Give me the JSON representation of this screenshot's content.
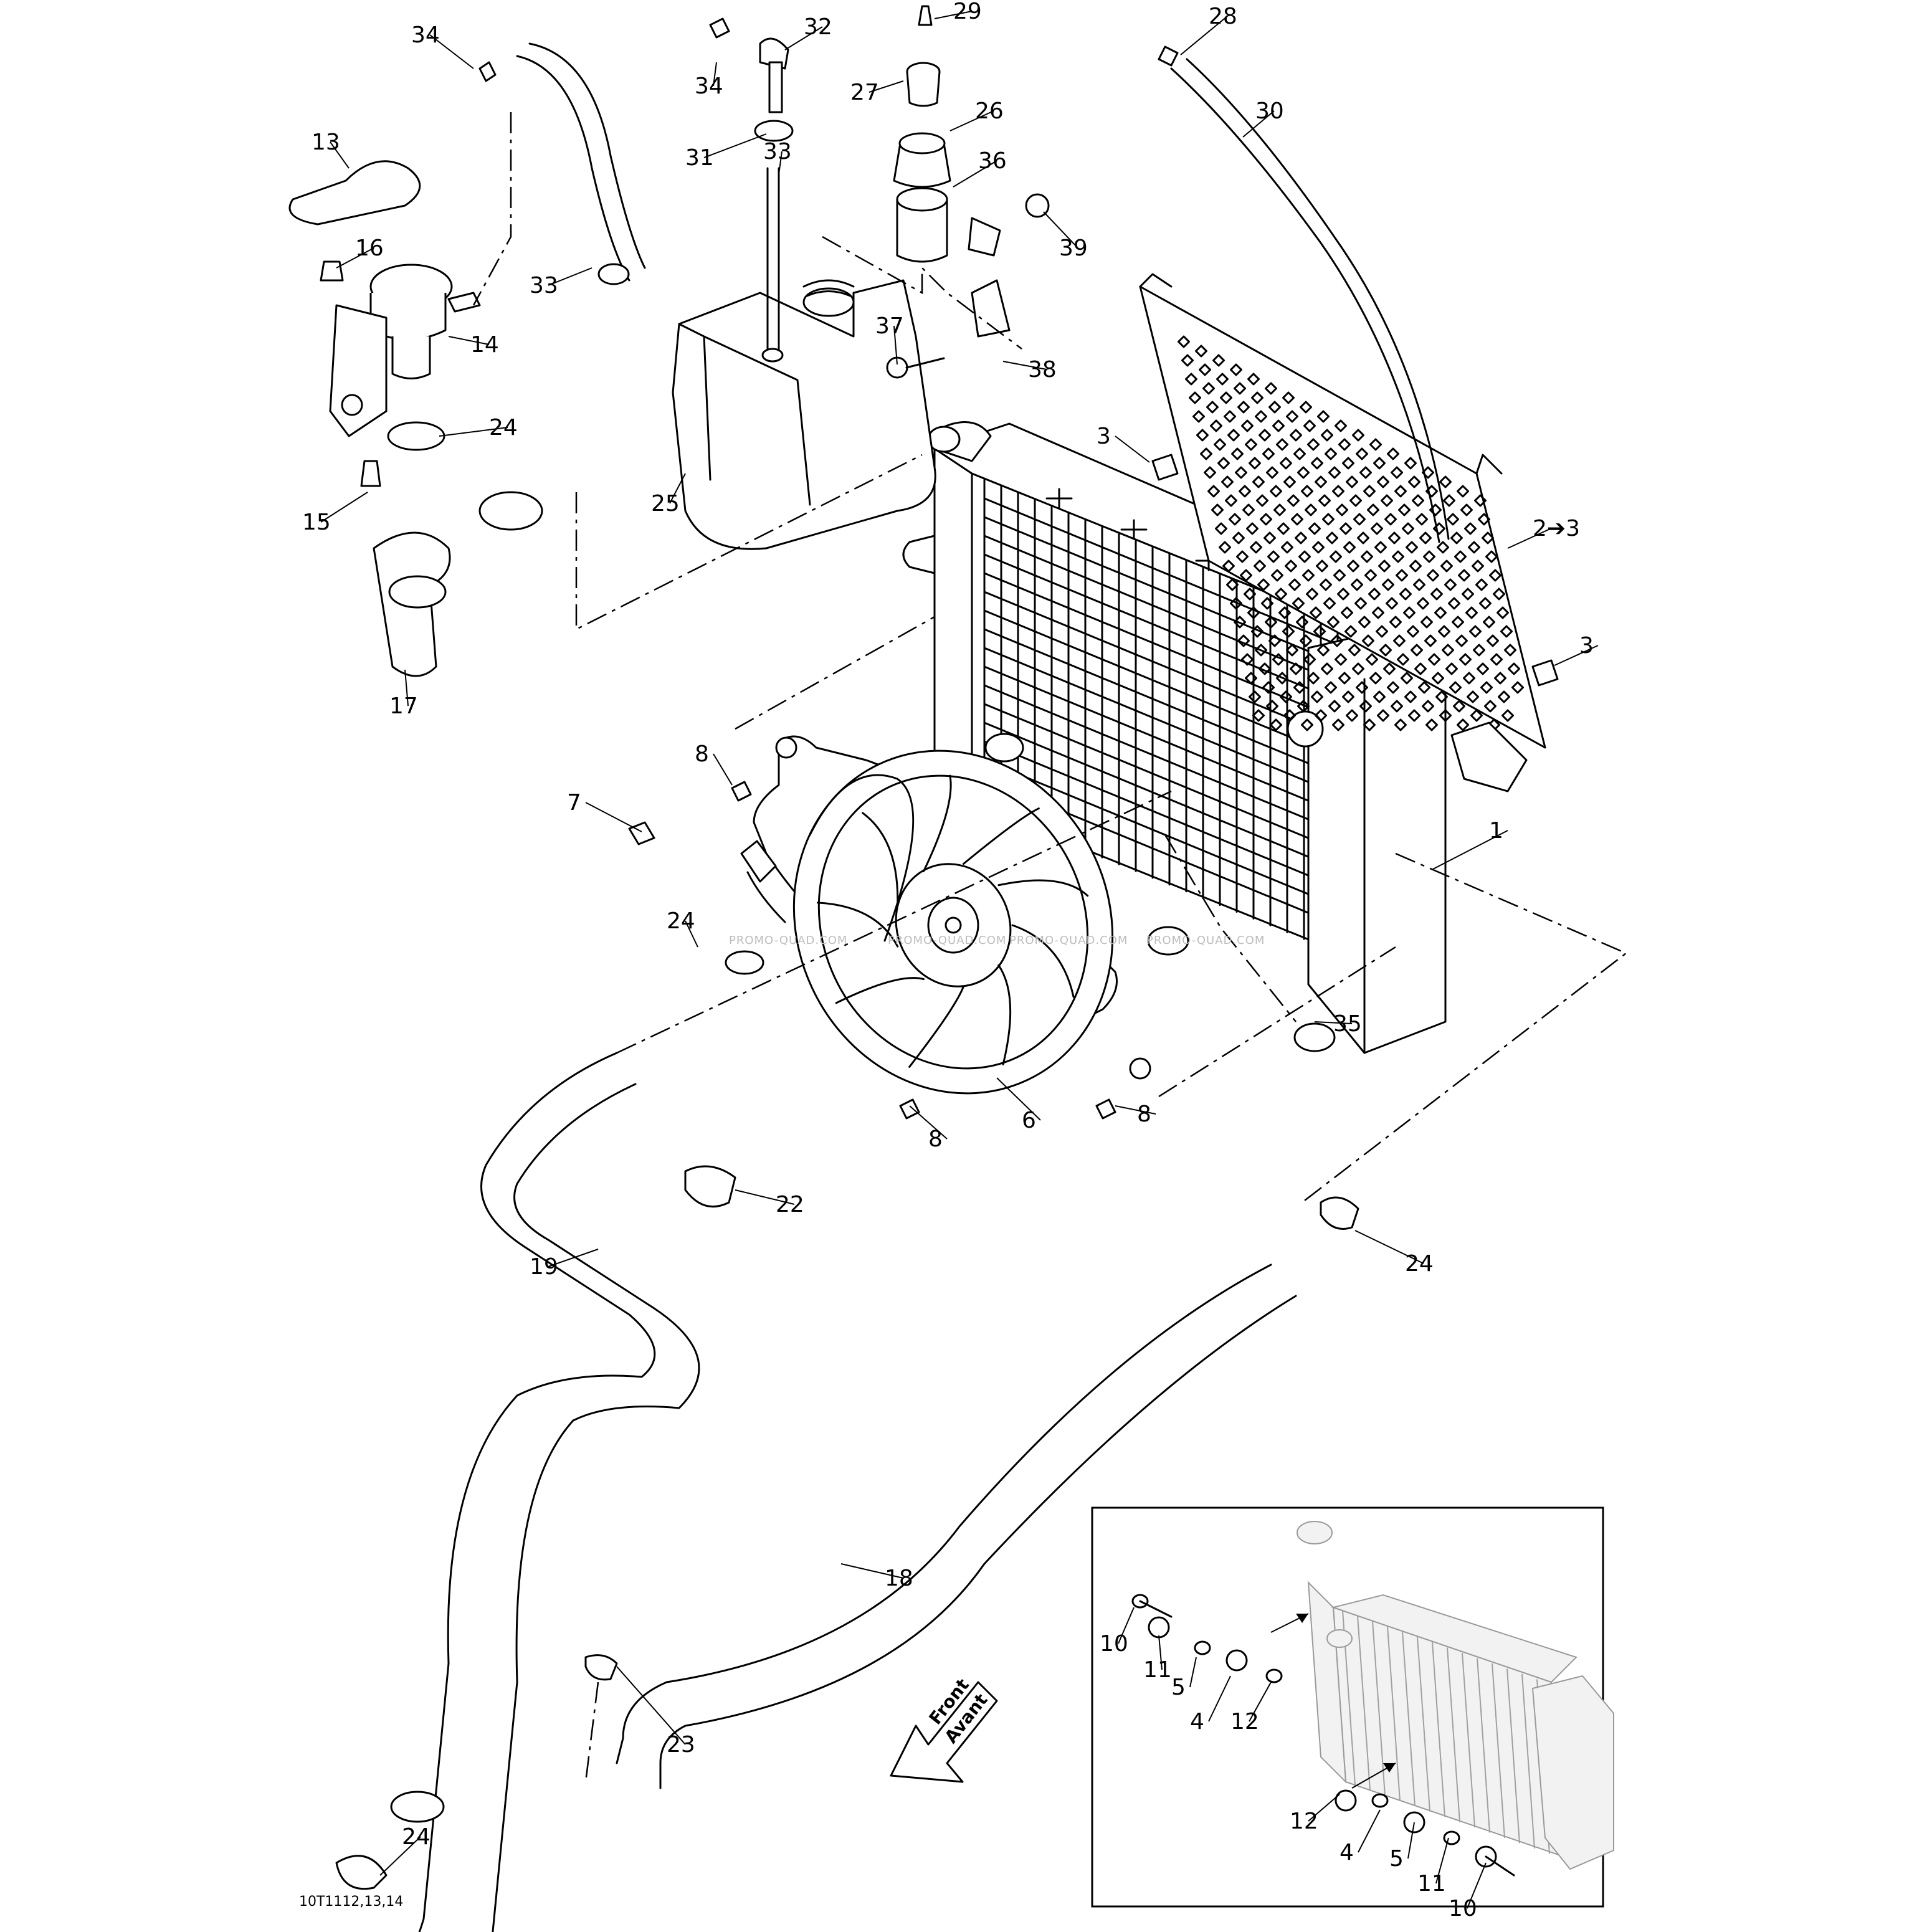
{
  "diagram": {
    "id_code": "10T1112,13,14",
    "watermark": "PROMO-QUAD.COM",
    "front_arrow": {
      "line1": "Front",
      "line2": "Avant"
    },
    "callouts": [
      {
        "key": "c1",
        "text": "1"
      },
      {
        "key": "c2",
        "text": "2➔3"
      },
      {
        "key": "c3a",
        "text": "3"
      },
      {
        "key": "c3b",
        "text": "3"
      },
      {
        "key": "c6",
        "text": "6"
      },
      {
        "key": "c7",
        "text": "7"
      },
      {
        "key": "c8a",
        "text": "8"
      },
      {
        "key": "c8b",
        "text": "8"
      },
      {
        "key": "c8c",
        "text": "8"
      },
      {
        "key": "c13",
        "text": "13"
      },
      {
        "key": "c14",
        "text": "14"
      },
      {
        "key": "c15",
        "text": "15"
      },
      {
        "key": "c16",
        "text": "16"
      },
      {
        "key": "c17",
        "text": "17"
      },
      {
        "key": "c18",
        "text": "18"
      },
      {
        "key": "c19",
        "text": "19"
      },
      {
        "key": "c22",
        "text": "22"
      },
      {
        "key": "c23",
        "text": "23"
      },
      {
        "key": "c24a",
        "text": "24"
      },
      {
        "key": "c24b",
        "text": "24"
      },
      {
        "key": "c24c",
        "text": "24"
      },
      {
        "key": "c24d",
        "text": "24"
      },
      {
        "key": "c25",
        "text": "25"
      },
      {
        "key": "c26",
        "text": "26"
      },
      {
        "key": "c27",
        "text": "27"
      },
      {
        "key": "c28",
        "text": "28"
      },
      {
        "key": "c29",
        "text": "29"
      },
      {
        "key": "c30",
        "text": "30"
      },
      {
        "key": "c31",
        "text": "31"
      },
      {
        "key": "c32",
        "text": "32"
      },
      {
        "key": "c33a",
        "text": "33"
      },
      {
        "key": "c33b",
        "text": "33"
      },
      {
        "key": "c34a",
        "text": "34"
      },
      {
        "key": "c34b",
        "text": "34"
      },
      {
        "key": "c35",
        "text": "35"
      },
      {
        "key": "c36",
        "text": "36"
      },
      {
        "key": "c37",
        "text": "37"
      },
      {
        "key": "c38",
        "text": "38"
      },
      {
        "key": "c39",
        "text": "39"
      }
    ],
    "inset_callouts": [
      {
        "key": "i10a",
        "text": "10"
      },
      {
        "key": "i11a",
        "text": "11"
      },
      {
        "key": "i5a",
        "text": "5"
      },
      {
        "key": "i4a",
        "text": "4"
      },
      {
        "key": "i12a",
        "text": "12"
      },
      {
        "key": "i12b",
        "text": "12"
      },
      {
        "key": "i4b",
        "text": "4"
      },
      {
        "key": "i5b",
        "text": "5"
      },
      {
        "key": "i11b",
        "text": "11"
      },
      {
        "key": "i10b",
        "text": "10"
      }
    ]
  }
}
